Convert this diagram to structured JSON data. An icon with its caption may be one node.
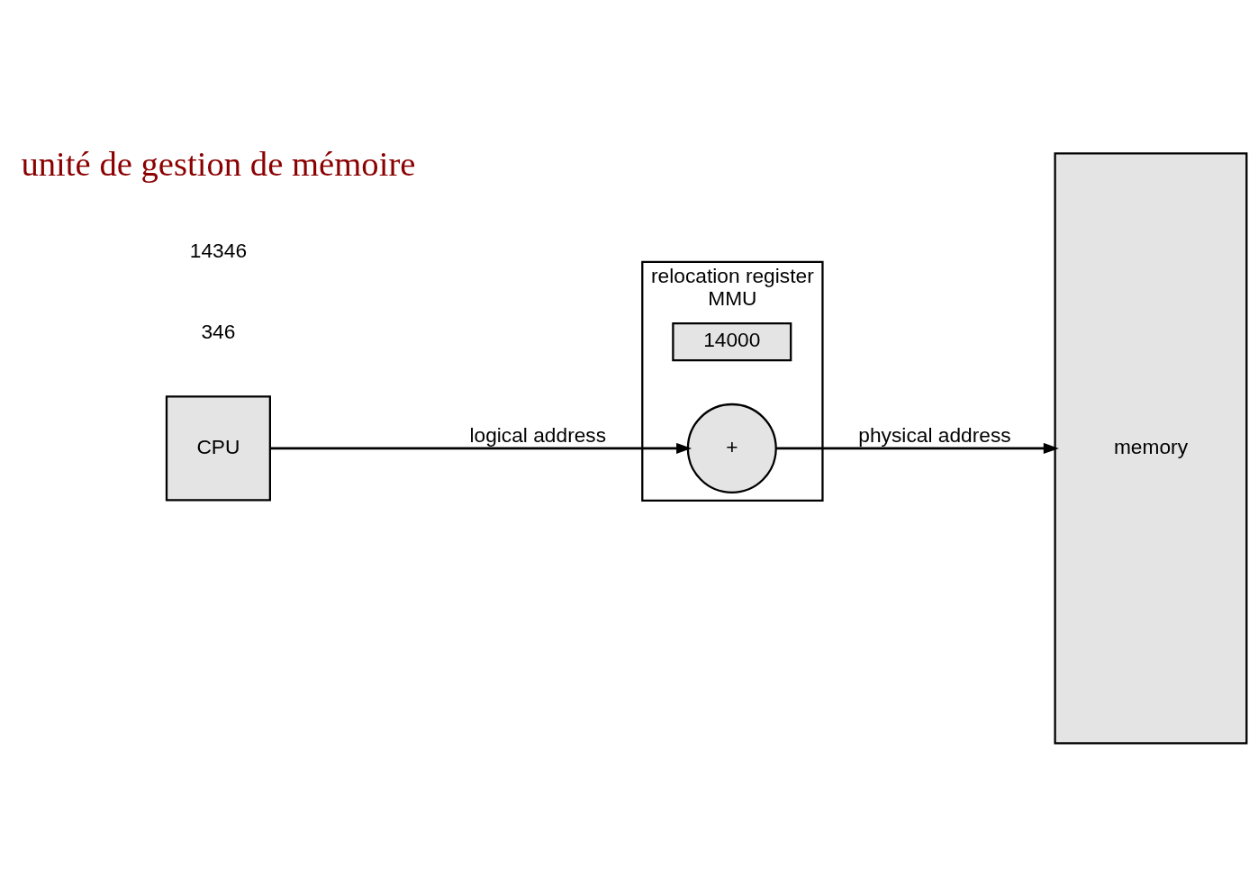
{
  "diagram": {
    "nodes": [
      {
        "text": [
          "CPU"
        ]
      },
      {
        "text": [
          "relocation register",
          "MMU"
        ]
      },
      {
        "text": [
          "14000"
        ],
        "in": 1
      },
      {
        "text": [
          "+"
        ],
        "in": 1
      },
      {
        "text": [
          "memory"
        ]
      }
    ],
    "edges": [
      {
        "from": 0,
        "to": 3,
        "arrow": "to",
        "label": "logical address"
      },
      {
        "from": 3,
        "to": 4,
        "arrow": "to",
        "label": "physical address"
      }
    ],
    "labels": [
      "346",
      "14346",
      "unité de gestion de mémoire"
    ]
  }
}
